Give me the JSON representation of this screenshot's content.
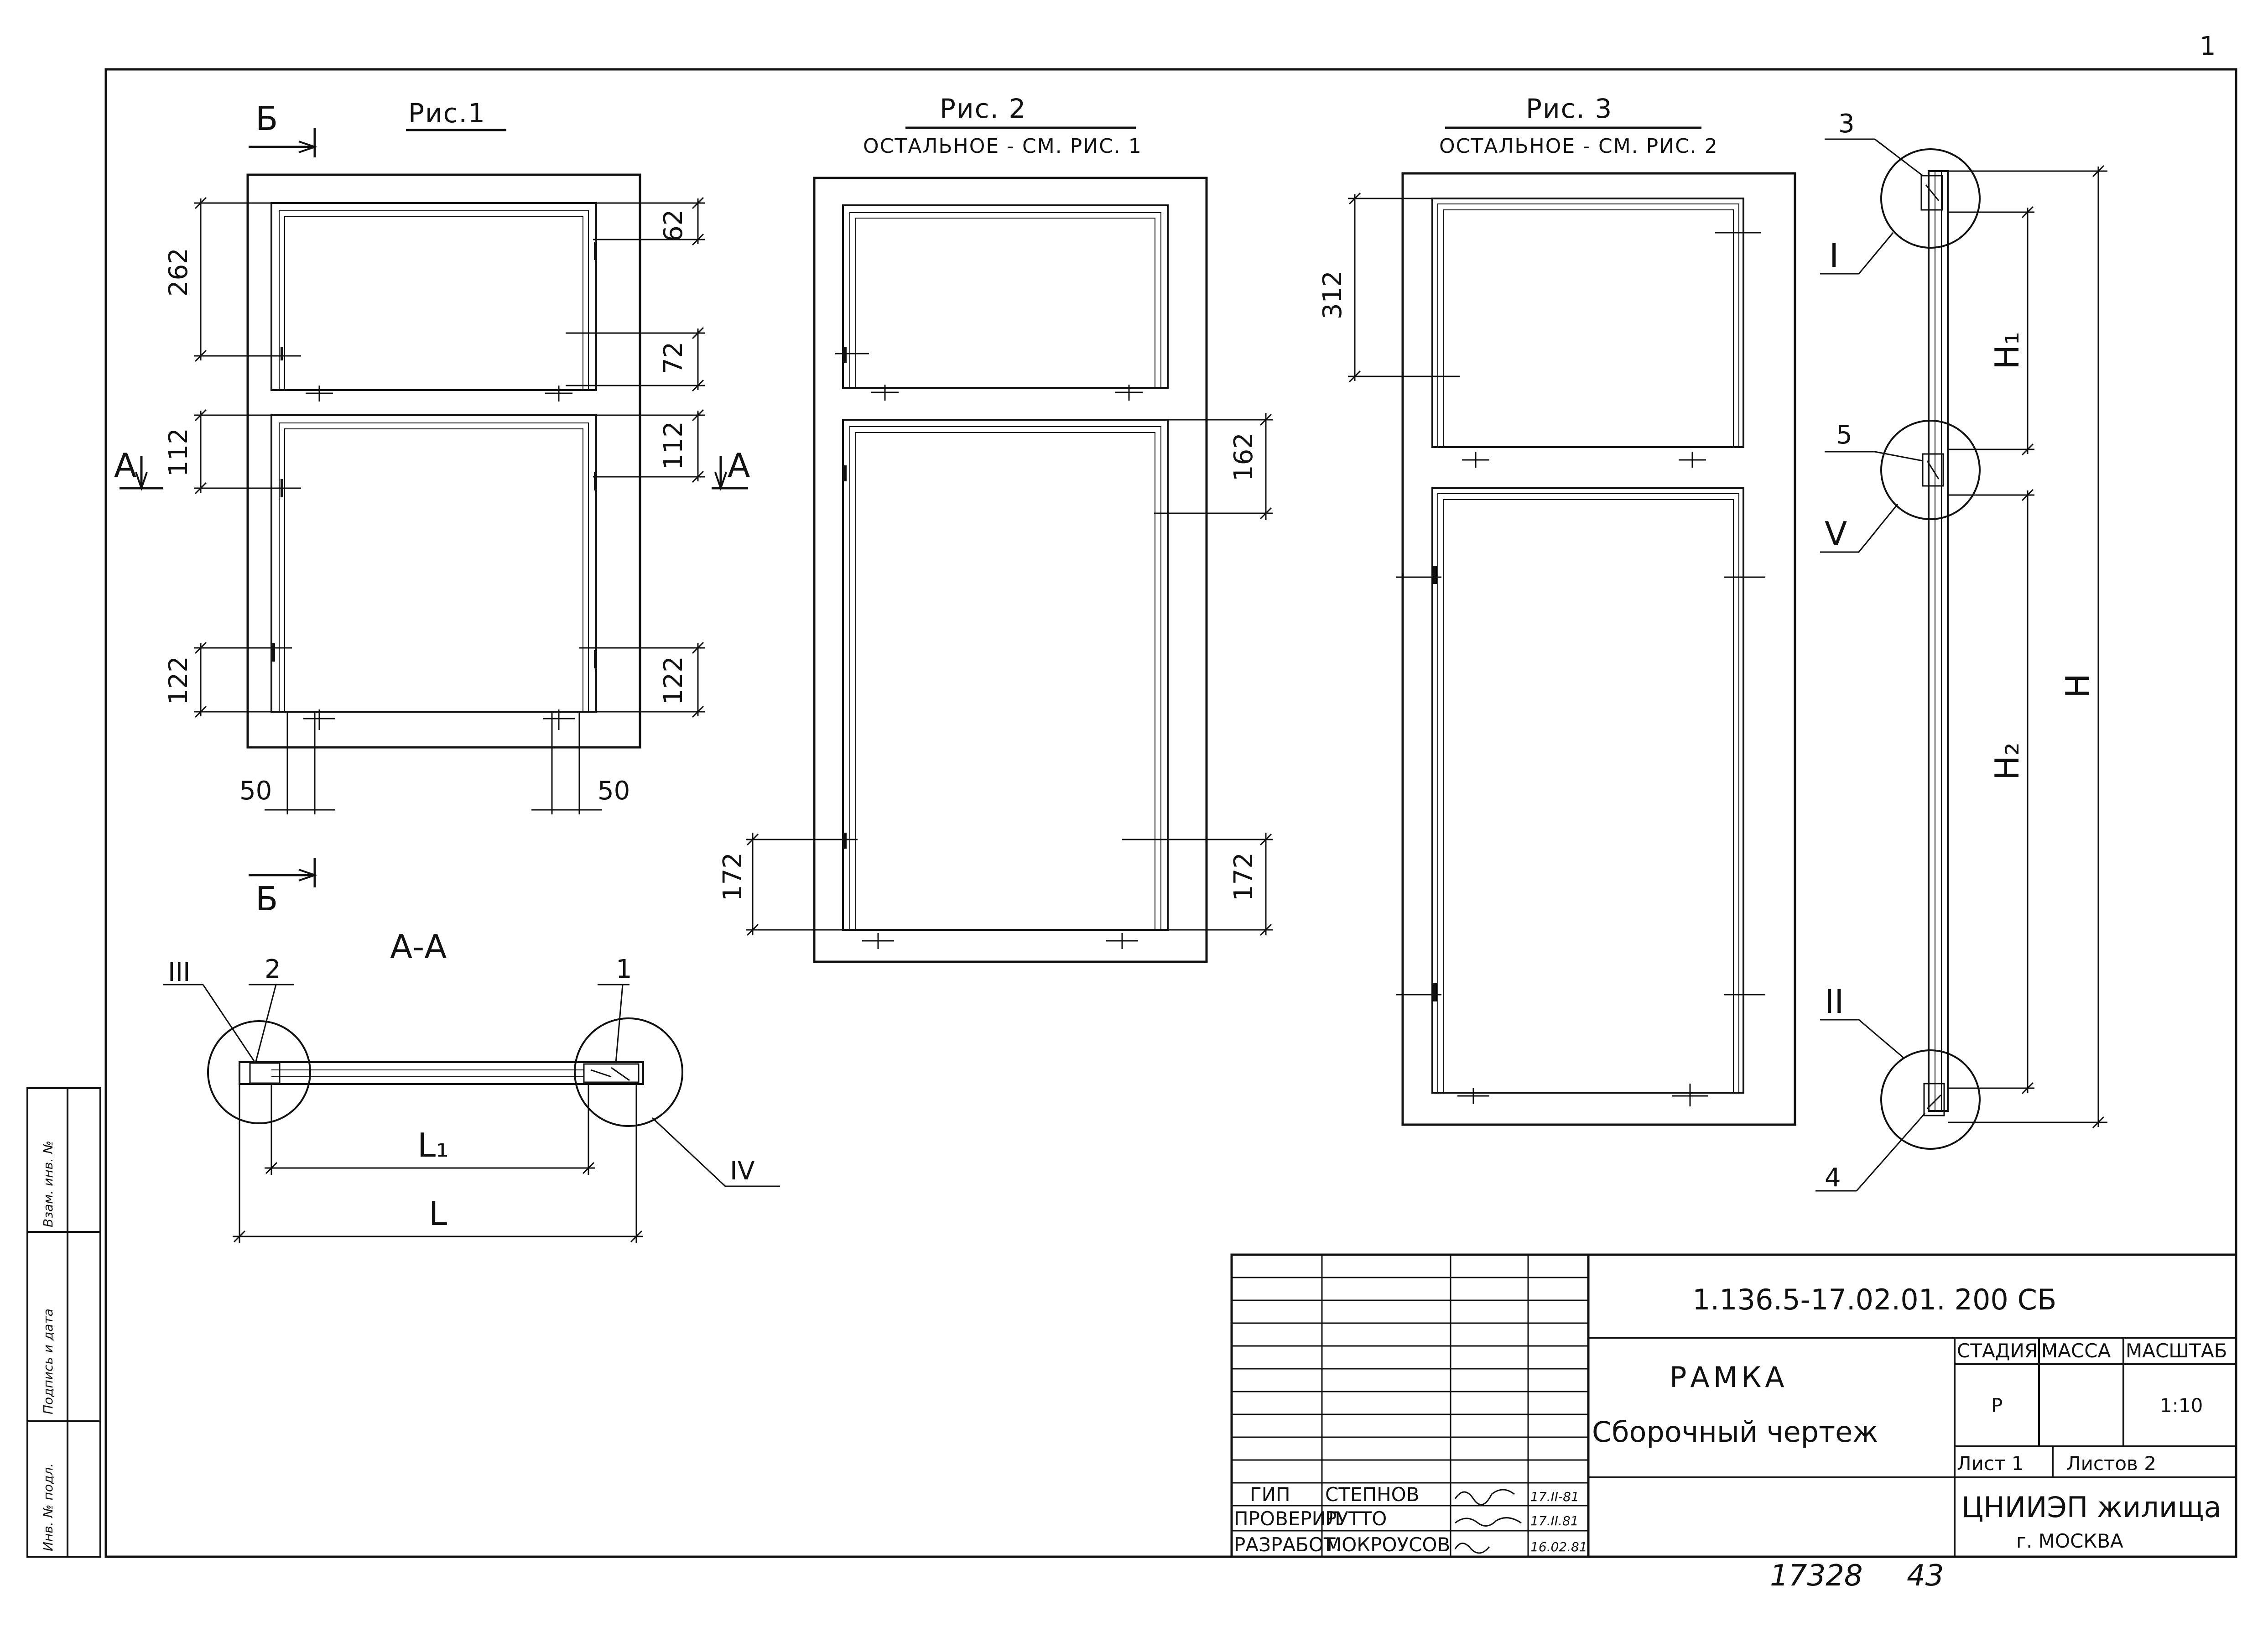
{
  "figures": {
    "fig1": {
      "title": "Рис.1"
    },
    "fig2": {
      "title": "Рис. 2",
      "note": "ОСТАЛЬНОЕ - СМ. РИС. 1"
    },
    "fig3": {
      "title": "Рис. 3",
      "note": "ОСТАЛЬНОЕ - СМ. РИС. 2"
    }
  },
  "section_marks": {
    "b_top": "Б",
    "b_bottom": "Б",
    "a_left": "А",
    "a_right": "А"
  },
  "section_title": "А-А",
  "fig1_dims": {
    "d262": "262",
    "d62": "62",
    "d72": "72",
    "d112_left": "112",
    "d112_right": "112",
    "d122_left": "122",
    "d122_right": "122",
    "d50_left": "50",
    "d50_right": "50"
  },
  "fig2_dims": {
    "d162": "162",
    "d172_left": "172",
    "d172_right": "172"
  },
  "fig3_dims": {
    "d312": "312"
  },
  "profile_dims": {
    "h1": "H₁",
    "h2": "H₂",
    "h": "H"
  },
  "section_dims": {
    "l1": "L₁",
    "l": "L"
  },
  "callouts": {
    "c1": "1",
    "c2": "2",
    "c3": "3",
    "c4": "4",
    "c5": "5"
  },
  "nodes": {
    "n1": "I",
    "n2": "II",
    "n3": "III",
    "n4": "IV",
    "n5": "V"
  },
  "title_block": {
    "doc_code": "1.136.5-17.02.01. 200 СБ",
    "name_line1": "РАМКА",
    "name_line2": "Сборочный чертеж",
    "stage_header": "СТАДИЯ",
    "mass_header": "МАССА",
    "scale_header": "МАСШТАБ",
    "stage_value": "Р",
    "scale_value": "1:10",
    "sheet_label": "Лист 1",
    "sheets_label": "Листов 2",
    "org": "ЦНИИЭП жилища",
    "city": "г. МОСКВА",
    "roles": [
      {
        "role": "ГИП",
        "name": "СТЕПНОВ",
        "date": "17.II-81"
      },
      {
        "role": "ПРОВЕРИЛ",
        "name": "РУТТО",
        "date": "17.II.81"
      },
      {
        "role": "РАЗРАБОТ.",
        "name": "МОКРОУСОВ",
        "date": "16.02.81"
      }
    ]
  },
  "side_stamp": [
    "Инв. № подл.",
    "Подпись и дата",
    "Взам. инв. №"
  ],
  "handwritten": {
    "number": "17328",
    "page": "43"
  },
  "corner_mark": "1"
}
